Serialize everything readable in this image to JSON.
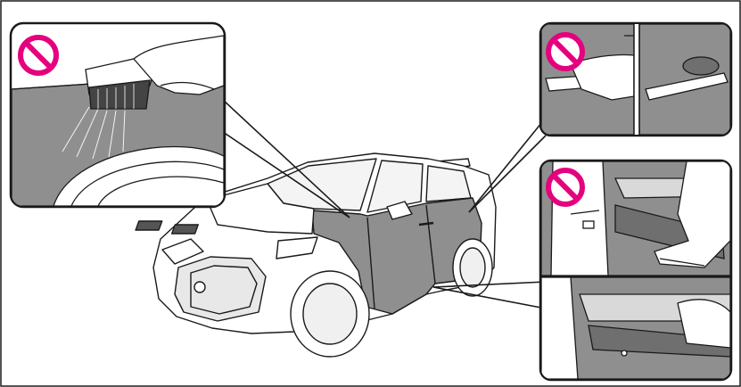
{
  "figure": {
    "description_free": true,
    "panels": [
      {
        "id": "brush-panel",
        "prohibited": true,
        "icon": "prohibition-icon"
      },
      {
        "id": "door-handle-panel",
        "prohibited": true,
        "icon": "prohibition-icon"
      },
      {
        "id": "door-sill-panel",
        "prohibited": true,
        "icon": "prohibition-icon"
      }
    ],
    "colors": {
      "prohibition": "#e5007e",
      "shaded_area": "#8f8f8f",
      "panel_fill": "#d9d9d9",
      "outline": "#1a1a1a"
    }
  }
}
